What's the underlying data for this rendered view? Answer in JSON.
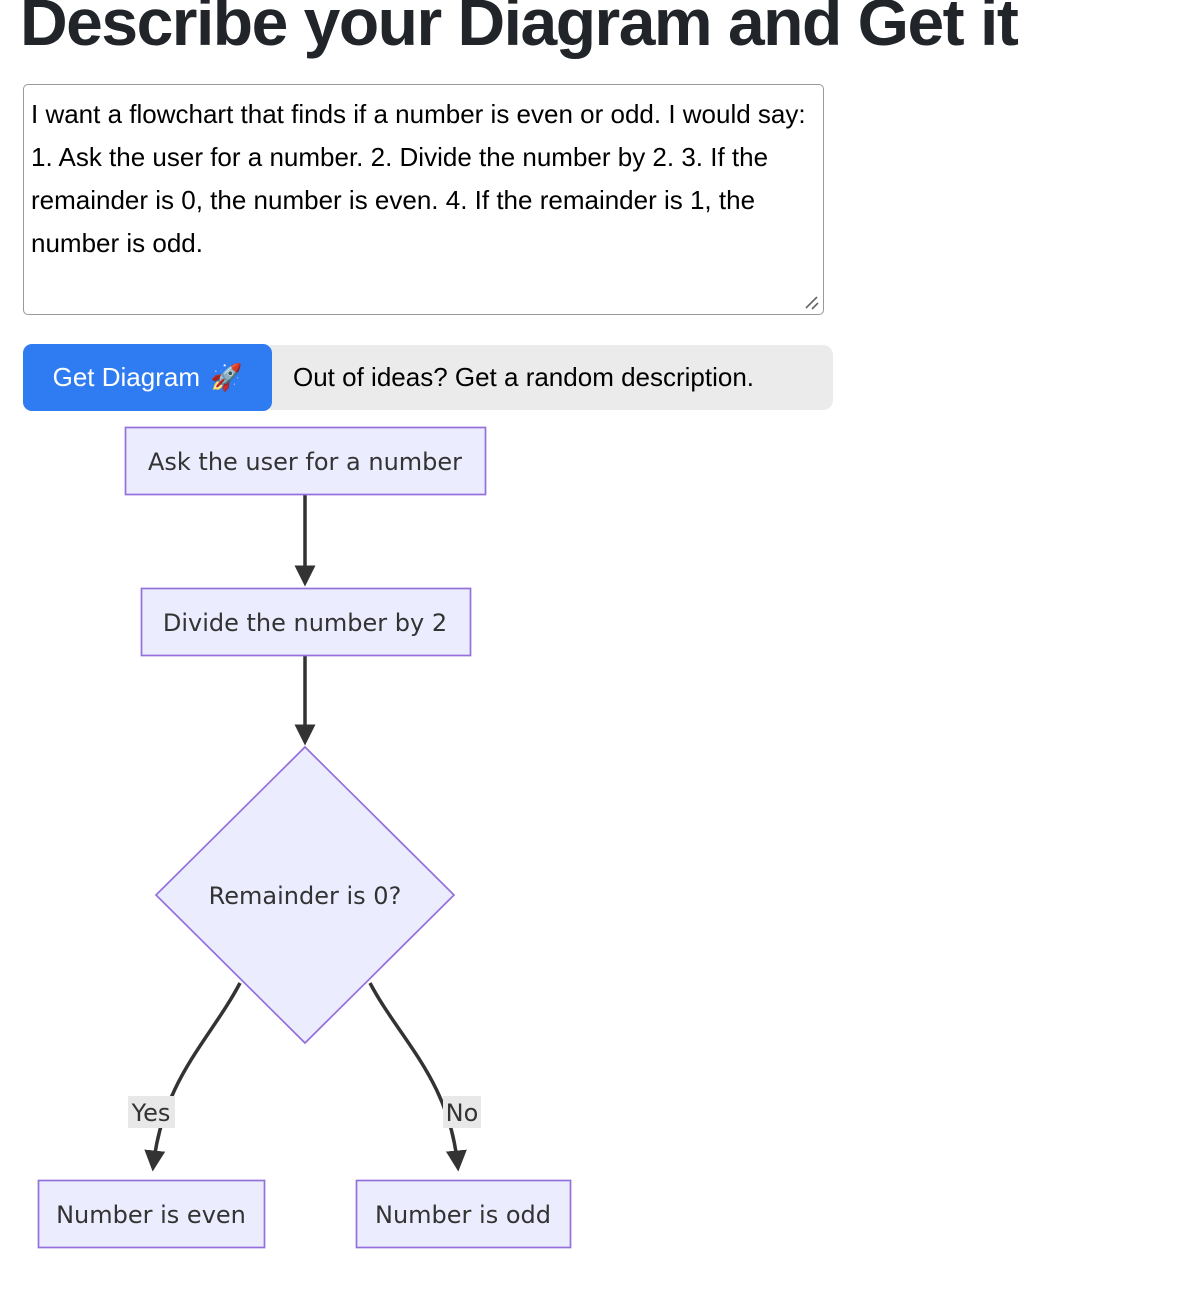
{
  "header": {
    "title": "Describe your Diagram and Get it"
  },
  "description_input": {
    "value": "I want a flowchart that finds if a number is even or odd. I would say: 1. Ask the user for a number. 2. Divide the number by 2. 3. If the remainder is 0, the number is even. 4. If the remainder is 1, the number is odd."
  },
  "actions": {
    "get_diagram_label": "Get Diagram",
    "rocket_icon": "🚀",
    "random_description_label": "Out of ideas? Get a random description."
  },
  "colors": {
    "primary_button_bg": "#2e7bf2",
    "primary_button_text": "#ffffff",
    "random_strip_bg": "#ebebeb",
    "heading_text": "#212529",
    "node_fill": "#ececff",
    "node_border": "#9370db",
    "node_text": "#333333",
    "edge_stroke": "#333333",
    "edge_label_bg": "#e8e8e8"
  },
  "flowchart": {
    "type": "flowchart",
    "direction": "top-down",
    "nodes": [
      {
        "id": "A",
        "shape": "rectangle",
        "label": "Ask the user for a number"
      },
      {
        "id": "B",
        "shape": "rectangle",
        "label": "Divide the number by 2"
      },
      {
        "id": "C",
        "shape": "diamond",
        "label": "Remainder is 0?"
      },
      {
        "id": "D",
        "shape": "rectangle",
        "label": "Number is even"
      },
      {
        "id": "E",
        "shape": "rectangle",
        "label": "Number is odd"
      }
    ],
    "edges": [
      {
        "from": "A",
        "to": "B",
        "label": ""
      },
      {
        "from": "B",
        "to": "C",
        "label": ""
      },
      {
        "from": "C",
        "to": "D",
        "label": "Yes"
      },
      {
        "from": "C",
        "to": "E",
        "label": "No"
      }
    ]
  }
}
